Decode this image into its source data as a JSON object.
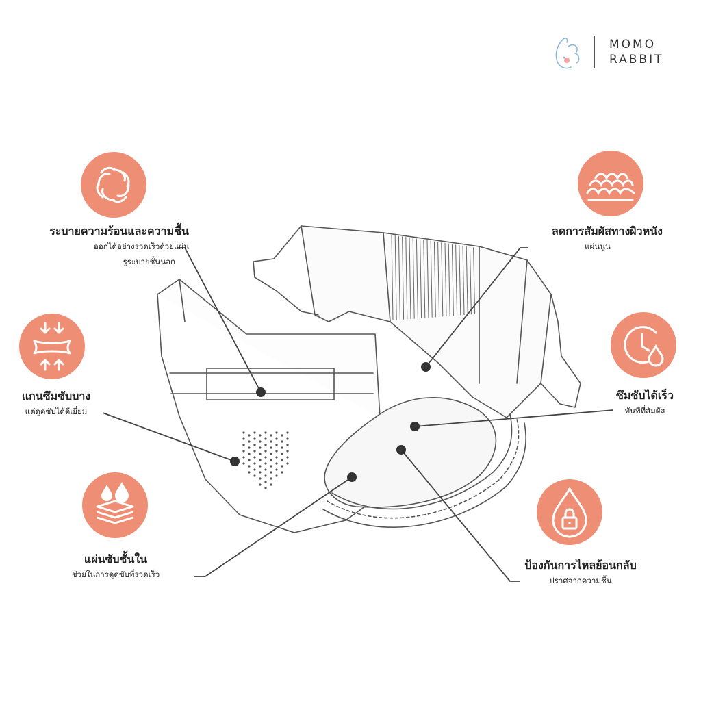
{
  "brand": {
    "line1": "MOMO",
    "line2": "RABBIT"
  },
  "colors": {
    "accent": "#ee8f75",
    "line": "#444444",
    "sketch": "#555555"
  },
  "features": [
    {
      "id": "breathable",
      "icon": "swirl-icon",
      "title": "ระบายความร้อนและความชื้น",
      "desc": [
        "ออกได้อย่างรวดเร็วด้วยแผ่น",
        "รูระบายชั้นนอก"
      ]
    },
    {
      "id": "thin-core",
      "icon": "absorbent-core-icon",
      "title": "แกนซึมซับบาง",
      "desc": [
        "แต่ดูดซับได้ดีเยี่ยม"
      ]
    },
    {
      "id": "inner-layer",
      "icon": "water-layers-icon",
      "title": "แผ่นซับชั้นใน",
      "desc": [
        "ช่วยในการดูดซับที่รวดเร็ว"
      ]
    },
    {
      "id": "soft-touch",
      "icon": "embossed-waves-icon",
      "title": "ลดการสัมผัสทางผิวหนัง",
      "desc": [
        "แผ่นนูน"
      ]
    },
    {
      "id": "fast-absorb",
      "icon": "clock-drop-icon",
      "title": "ซึมซับได้เร็ว",
      "desc": [
        "ทันทีที่สัมผัส"
      ]
    },
    {
      "id": "anti-leak",
      "icon": "lock-drop-icon",
      "title": "ป้องกันการไหลย้อนกลับ",
      "desc": [
        "ปราศจากความชื้น"
      ]
    }
  ]
}
